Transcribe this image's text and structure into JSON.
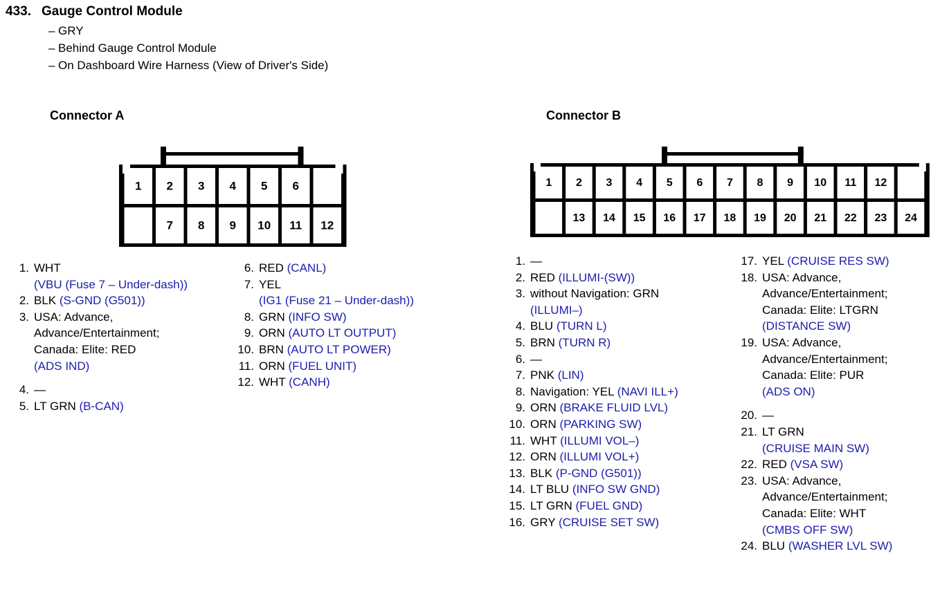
{
  "header": {
    "number": "433.",
    "title": "Gauge Control Module",
    "bullets": [
      "GRY",
      "Behind Gauge Control Module",
      "On Dashboard Wire Harness (View of Driver's Side)"
    ]
  },
  "colors": {
    "signal_blue": "#1c1cad",
    "text_black": "#000000",
    "background": "#ffffff"
  },
  "connectors": [
    {
      "id": "A",
      "title": "Connector A",
      "diagram": {
        "top_row": [
          "1",
          "2",
          "3",
          "4",
          "5",
          "6",
          ""
        ],
        "bottom_row": [
          "",
          "7",
          "8",
          "9",
          "10",
          "11",
          "12"
        ]
      },
      "pins_left": [
        {
          "index": "1.",
          "lines": [
            {
              "color": "WHT",
              "signal": ""
            },
            {
              "color": "",
              "signal": "(VBU (Fuse 7 – Under-dash))"
            }
          ]
        },
        {
          "index": "2.",
          "lines": [
            {
              "color": "BLK",
              "signal": "(S-GND (G501))"
            }
          ]
        },
        {
          "index": "3.",
          "lines": [
            {
              "color": "USA: Advance,",
              "signal": ""
            },
            {
              "color": "Advance/Entertainment;",
              "signal": ""
            },
            {
              "color": "Canada: Elite: RED",
              "signal": ""
            },
            {
              "color": "",
              "signal": "(ADS IND)"
            }
          ],
          "gap_after": true
        },
        {
          "index": "4.",
          "lines": [
            {
              "color": "—",
              "signal": ""
            }
          ]
        },
        {
          "index": "5.",
          "lines": [
            {
              "color": "LT GRN",
              "signal": "(B-CAN)"
            }
          ]
        }
      ],
      "pins_right": [
        {
          "index": "6.",
          "lines": [
            {
              "color": "RED",
              "signal": "(CANL)"
            }
          ]
        },
        {
          "index": "7.",
          "lines": [
            {
              "color": "YEL",
              "signal": ""
            },
            {
              "color": "",
              "signal": "(IG1 (Fuse 21 – Under-dash))"
            }
          ]
        },
        {
          "index": "8.",
          "lines": [
            {
              "color": "GRN",
              "signal": "(INFO SW)"
            }
          ]
        },
        {
          "index": "9.",
          "lines": [
            {
              "color": "ORN",
              "signal": "(AUTO LT OUTPUT)"
            }
          ]
        },
        {
          "index": "10.",
          "lines": [
            {
              "color": "BRN",
              "signal": "(AUTO LT POWER)"
            }
          ]
        },
        {
          "index": "11.",
          "lines": [
            {
              "color": "ORN",
              "signal": "(FUEL UNIT)"
            }
          ]
        },
        {
          "index": "12.",
          "lines": [
            {
              "color": "WHT",
              "signal": "(CANH)"
            }
          ]
        }
      ]
    },
    {
      "id": "B",
      "title": "Connector B",
      "diagram": {
        "top_row": [
          "1",
          "2",
          "3",
          "4",
          "5",
          "6",
          "7",
          "8",
          "9",
          "10",
          "11",
          "12",
          ""
        ],
        "bottom_row": [
          "",
          "13",
          "14",
          "15",
          "16",
          "17",
          "18",
          "19",
          "20",
          "21",
          "22",
          "23",
          "24"
        ]
      },
      "pins_left": [
        {
          "index": "1.",
          "lines": [
            {
              "color": "—",
              "signal": ""
            }
          ]
        },
        {
          "index": "2.",
          "lines": [
            {
              "color": "RED",
              "signal": "(ILLUMI-(SW))"
            }
          ]
        },
        {
          "index": "3.",
          "lines": [
            {
              "color": "without Navigation: GRN",
              "signal": ""
            },
            {
              "color": "",
              "signal": "(ILLUMI–)"
            }
          ]
        },
        {
          "index": "4.",
          "lines": [
            {
              "color": "BLU",
              "signal": "(TURN L)"
            }
          ]
        },
        {
          "index": "5.",
          "lines": [
            {
              "color": "BRN",
              "signal": "(TURN R)"
            }
          ]
        },
        {
          "index": "6.",
          "lines": [
            {
              "color": "—",
              "signal": ""
            }
          ]
        },
        {
          "index": "7.",
          "lines": [
            {
              "color": "PNK",
              "signal": "(LIN)"
            }
          ]
        },
        {
          "index": "8.",
          "lines": [
            {
              "color": "Navigation: YEL",
              "signal": "(NAVI ILL+)"
            }
          ]
        },
        {
          "index": "9.",
          "lines": [
            {
              "color": "ORN",
              "signal": "(BRAKE FLUID LVL)"
            }
          ]
        },
        {
          "index": "10.",
          "lines": [
            {
              "color": "ORN",
              "signal": "(PARKING SW)"
            }
          ]
        },
        {
          "index": "11.",
          "lines": [
            {
              "color": "WHT",
              "signal": "(ILLUMI VOL–)"
            }
          ]
        },
        {
          "index": "12.",
          "lines": [
            {
              "color": "ORN",
              "signal": "(ILLUMI VOL+)"
            }
          ]
        },
        {
          "index": "13.",
          "lines": [
            {
              "color": "BLK",
              "signal": "(P-GND (G501))"
            }
          ]
        },
        {
          "index": "14.",
          "lines": [
            {
              "color": "LT BLU",
              "signal": "(INFO SW GND)"
            }
          ]
        },
        {
          "index": "15.",
          "lines": [
            {
              "color": "LT GRN",
              "signal": "(FUEL GND)"
            }
          ]
        },
        {
          "index": "16.",
          "lines": [
            {
              "color": "GRY",
              "signal": "(CRUISE SET SW)"
            }
          ]
        }
      ],
      "pins_right": [
        {
          "index": "17.",
          "lines": [
            {
              "color": "YEL",
              "signal": "(CRUISE RES SW)"
            }
          ]
        },
        {
          "index": "18.",
          "lines": [
            {
              "color": "USA: Advance,",
              "signal": ""
            },
            {
              "color": "Advance/Entertainment;",
              "signal": ""
            },
            {
              "color": "Canada: Elite: LTGRN",
              "signal": ""
            },
            {
              "color": "",
              "signal": "(DISTANCE SW)"
            }
          ]
        },
        {
          "index": "19.",
          "lines": [
            {
              "color": "USA: Advance,",
              "signal": ""
            },
            {
              "color": "Advance/Entertainment;",
              "signal": ""
            },
            {
              "color": "Canada: Elite: PUR",
              "signal": ""
            },
            {
              "color": "",
              "signal": "(ADS ON)"
            }
          ],
          "gap_after": true
        },
        {
          "index": "20.",
          "lines": [
            {
              "color": "—",
              "signal": ""
            }
          ]
        },
        {
          "index": "21.",
          "lines": [
            {
              "color": "LT GRN",
              "signal": ""
            },
            {
              "color": "",
              "signal": "(CRUISE MAIN SW)"
            }
          ]
        },
        {
          "index": "22.",
          "lines": [
            {
              "color": "RED",
              "signal": "(VSA SW)"
            }
          ]
        },
        {
          "index": "23.",
          "lines": [
            {
              "color": "USA: Advance,",
              "signal": ""
            },
            {
              "color": "Advance/Entertainment;",
              "signal": ""
            },
            {
              "color": "Canada: Elite: WHT",
              "signal": ""
            },
            {
              "color": "",
              "signal": "(CMBS OFF SW)"
            }
          ]
        },
        {
          "index": "24.",
          "lines": [
            {
              "color": "BLU",
              "signal": "(WASHER LVL SW)"
            }
          ]
        }
      ]
    }
  ]
}
